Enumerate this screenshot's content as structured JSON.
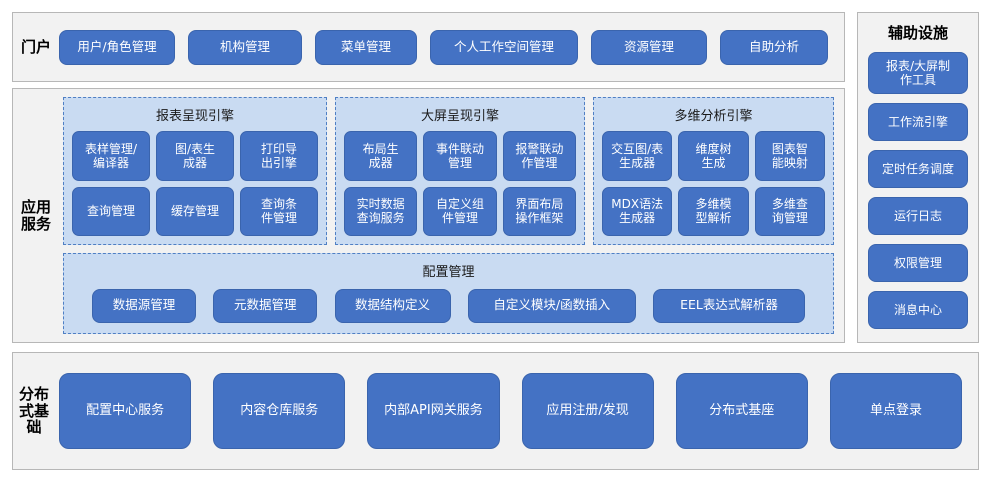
{
  "portal": {
    "label": "门户",
    "items": [
      {
        "label": "用户/角色管理"
      },
      {
        "label": "机构管理"
      },
      {
        "label": "菜单管理"
      },
      {
        "label": "个人工作空间管理"
      },
      {
        "label": "资源管理"
      },
      {
        "label": "自助分析"
      }
    ]
  },
  "aux": {
    "title": "辅助设施",
    "items": [
      {
        "label": "报表/大屏制\n作工具"
      },
      {
        "label": "工作流引擎"
      },
      {
        "label": "定时任务调度"
      },
      {
        "label": "运行日志"
      },
      {
        "label": "权限管理"
      },
      {
        "label": "消息中心"
      }
    ]
  },
  "app_services": {
    "label": "应用服务",
    "engines": [
      {
        "title": "报表呈现引擎",
        "items": [
          {
            "label": "表样管理/\n编译器"
          },
          {
            "label": "图/表生\n成器"
          },
          {
            "label": "打印导\n出引擎"
          },
          {
            "label": "查询管理"
          },
          {
            "label": "缓存管理"
          },
          {
            "label": "查询条\n件管理"
          }
        ]
      },
      {
        "title": "大屏呈现引擎",
        "items": [
          {
            "label": "布局生\n成器"
          },
          {
            "label": "事件联动\n管理"
          },
          {
            "label": "报警联动\n作管理"
          },
          {
            "label": "实时数据\n查询服务"
          },
          {
            "label": "自定义组\n件管理"
          },
          {
            "label": "界面布局\n操作框架"
          }
        ]
      },
      {
        "title": "多维分析引擎",
        "items": [
          {
            "label": "交互图/表\n生成器"
          },
          {
            "label": "维度树\n生成"
          },
          {
            "label": "图表智\n能映射"
          },
          {
            "label": "MDX语法\n生成器"
          },
          {
            "label": "多维模\n型解析"
          },
          {
            "label": "多维查\n询管理"
          }
        ]
      }
    ],
    "config": {
      "title": "配置管理",
      "items": [
        {
          "label": "数据源管理"
        },
        {
          "label": "元数据管理"
        },
        {
          "label": "数据结构定义"
        },
        {
          "label": "自定义模块/函数插入"
        },
        {
          "label": "EEL表达式解析器"
        }
      ]
    }
  },
  "distributed": {
    "label": "分布式基础",
    "items": [
      {
        "label": "配置中心服务"
      },
      {
        "label": "内容仓库服务"
      },
      {
        "label": "内部API网关服务"
      },
      {
        "label": "应用注册/发现"
      },
      {
        "label": "分布式基座"
      },
      {
        "label": "单点登录"
      }
    ]
  },
  "colors": {
    "button_blue": "#4472C4",
    "panel_blue": "#C9DBF2",
    "section_gray": "#F2F2F2",
    "dashed_border": "#4F7FC4"
  }
}
